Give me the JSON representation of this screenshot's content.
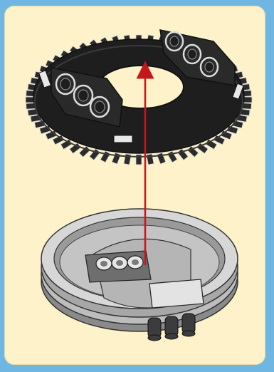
{
  "figure": {
    "kind": "assembly-instruction",
    "colors": {
      "page_background": "#6fb6e3",
      "panel_background": "#fdf2c9",
      "top_part": "#1e1e1e",
      "bottom_part": "#cfcfcf",
      "arrow": "#c4161c"
    },
    "parts": [
      {
        "name": "turntable-gear-top",
        "color": "black"
      },
      {
        "name": "turntable-base-bottom",
        "color": "light-gray"
      }
    ],
    "arrow_direction": "up"
  }
}
